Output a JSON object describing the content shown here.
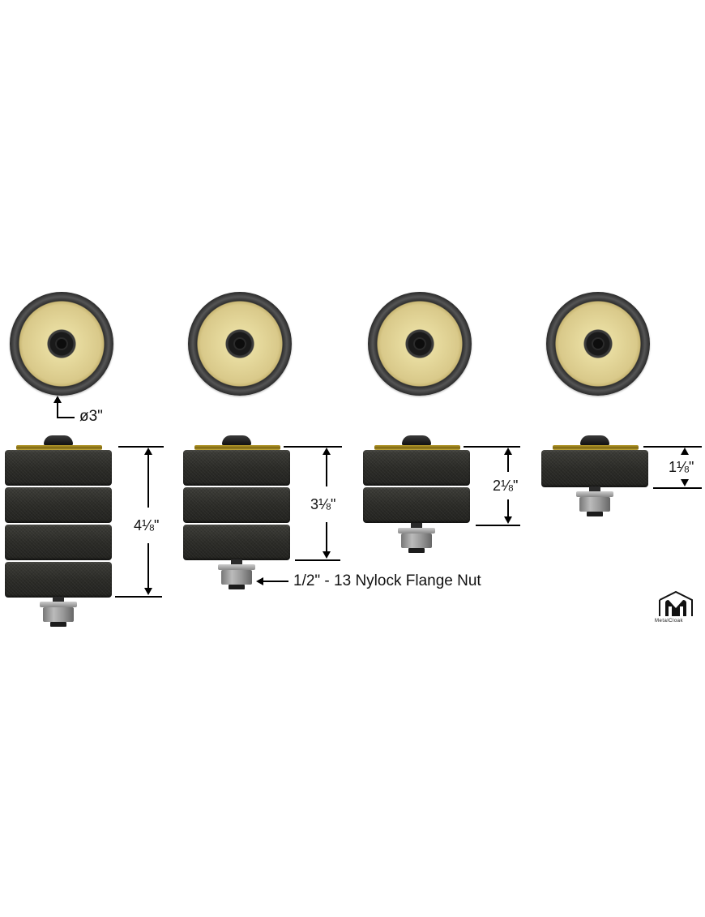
{
  "diagram": {
    "type": "product dimension diagram",
    "subject": "bump stop puck stacks (top view and side view)",
    "top_view_label": "ø3\"",
    "variants": [
      {
        "id": "4-stack",
        "discs": 4,
        "height_label": "4⅛\""
      },
      {
        "id": "3-stack",
        "discs": 3,
        "height_label": "3⅛\""
      },
      {
        "id": "2-stack",
        "discs": 2,
        "height_label": "2⅛\""
      },
      {
        "id": "1-stack",
        "discs": 1,
        "height_label": "1⅛\""
      }
    ],
    "nut_callout": "1/2\" - 13 Nylock Flange Nut",
    "brand_logo_text": "MetalCloak",
    "colors": {
      "rubber": "#2c2c28",
      "washer_gold": "#d9c98a",
      "nut_steel": "#999999",
      "line": "#000000",
      "background": "#ffffff"
    }
  }
}
